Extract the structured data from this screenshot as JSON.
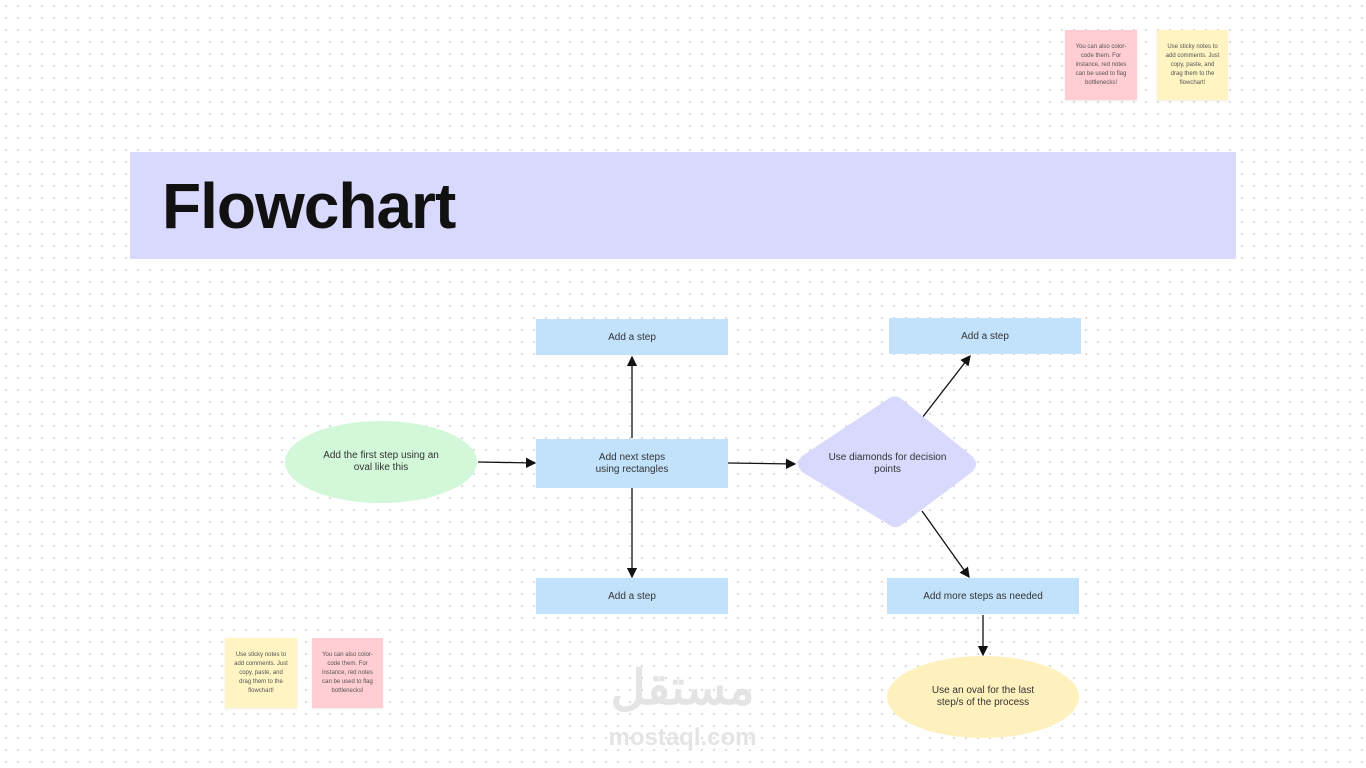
{
  "title": "Flowchart",
  "sticky_notes": {
    "top_red": "You can also color-code them. For instance, red notes can be used to flag bottlenecks!",
    "top_yellow": "Use sticky notes to add comments. Just copy, paste, and drag them to the flowchart!",
    "bottom_yellow": "Use sticky notes to add comments. Just copy, paste, and drag them to the flowchart!",
    "bottom_red": "You can also color-code them. For instance, red notes can be used to flag bottlenecks!"
  },
  "nodes": {
    "start": "Add the first step using an oval like this",
    "middle": "Add next steps using rectangles",
    "top_step": "Add a step",
    "bottom_step": "Add a step",
    "decision": "Use diamonds for decision points",
    "right_top_step": "Add a step",
    "right_bottom_step": "Add more steps as needed",
    "end": "Use an oval for the last step/s of the process"
  },
  "colors": {
    "banner": "#d8d9fd",
    "step": "#c2e2fc",
    "start": "#d3f8d9",
    "decision": "#d8d9fd",
    "end": "#fff1bd"
  },
  "watermark": {
    "arabic": "مستقل",
    "latin": "mostaql.com"
  }
}
